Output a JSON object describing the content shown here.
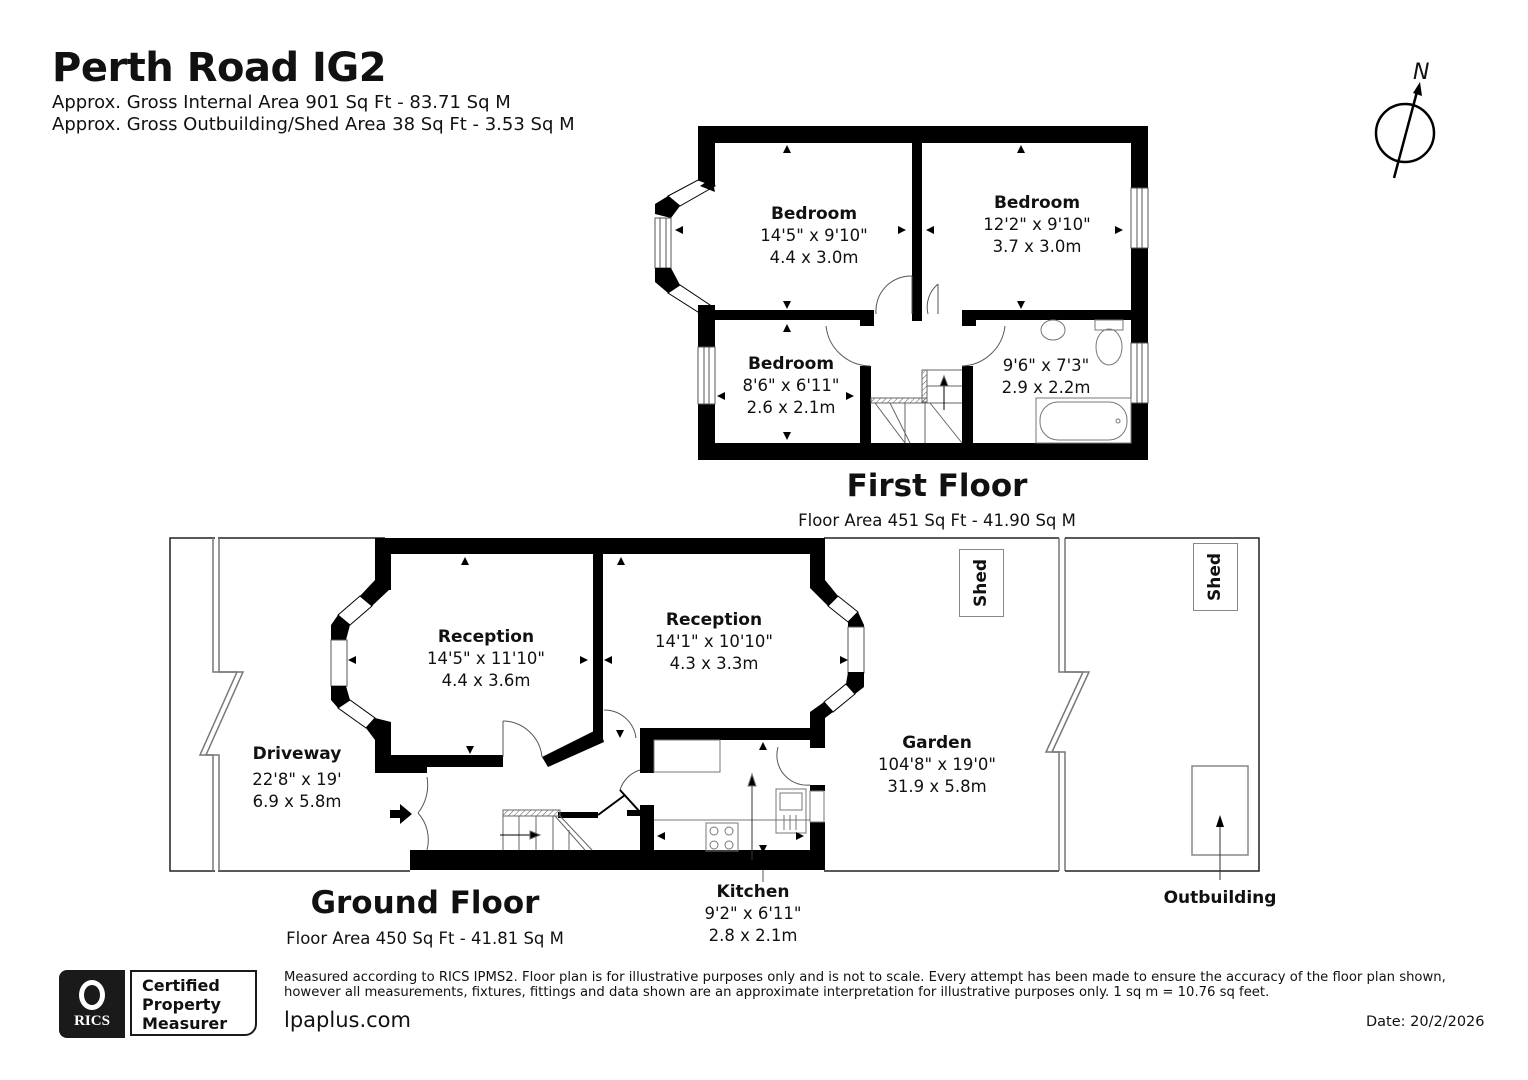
{
  "header": {
    "title": "Perth Road IG2",
    "internal_area": "Approx. Gross Internal Area 901 Sq Ft - 83.71 Sq M",
    "outbuilding_area": "Approx. Gross Outbuilding/Shed Area 38 Sq Ft - 3.53 Sq M"
  },
  "compass": {
    "label": "N",
    "icon": "north-arrow-icon"
  },
  "first_floor": {
    "title": "First Floor",
    "area": "Floor Area 451 Sq Ft - 41.90 Sq M",
    "rooms": [
      {
        "name": "Bedroom",
        "imperial": "14'5\" x 9'10\"",
        "metric": "4.4 x 3.0m"
      },
      {
        "name": "Bedroom",
        "imperial": "12'2\" x 9'10\"",
        "metric": "3.7 x 3.0m"
      },
      {
        "name": "Bedroom",
        "imperial": "8'6\" x 6'11\"",
        "metric": "2.6 x 2.1m"
      },
      {
        "name": "",
        "imperial": "9'6\" x 7'3\"",
        "metric": "2.9 x 2.2m"
      }
    ]
  },
  "ground_floor": {
    "title": "Ground Floor",
    "area": "Floor Area 450 Sq Ft - 41.81 Sq M",
    "rooms": [
      {
        "name": "Reception",
        "imperial": "14'5\" x 11'10\"",
        "metric": "4.4 x 3.6m"
      },
      {
        "name": "Reception",
        "imperial": "14'1\" x 10'10\"",
        "metric": "4.3 x 3.3m"
      },
      {
        "name": "Driveway",
        "imperial": "22'8\" x 19'",
        "metric": "6.9 x 5.8m"
      },
      {
        "name": "Garden",
        "imperial": "104'8\" x 19'0\"",
        "metric": "31.9 x 5.8m"
      },
      {
        "name": "Kitchen",
        "imperial": "9'2\" x 6'11\"",
        "metric": "2.8 x 2.1m"
      }
    ],
    "sheds": [
      "Shed",
      "Shed"
    ],
    "outbuilding": "Outbuilding"
  },
  "footer": {
    "badge": {
      "org": "RICS",
      "line1": "Certified",
      "line2": "Property",
      "line3": "Measurer"
    },
    "disclaimer_line1": "Measured according to RICS IPMS2. Floor plan is for illustrative purposes only and is not to scale. Every attempt has been made to ensure the accuracy of the floor plan shown,",
    "disclaimer_line2": "however all measurements, fixtures, fittings and data shown are an approximate interpretation for illustrative purposes only. 1 sq m = 10.76 sq feet.",
    "website": "lpaplus.com",
    "date": "Date: 20/2/2026"
  }
}
